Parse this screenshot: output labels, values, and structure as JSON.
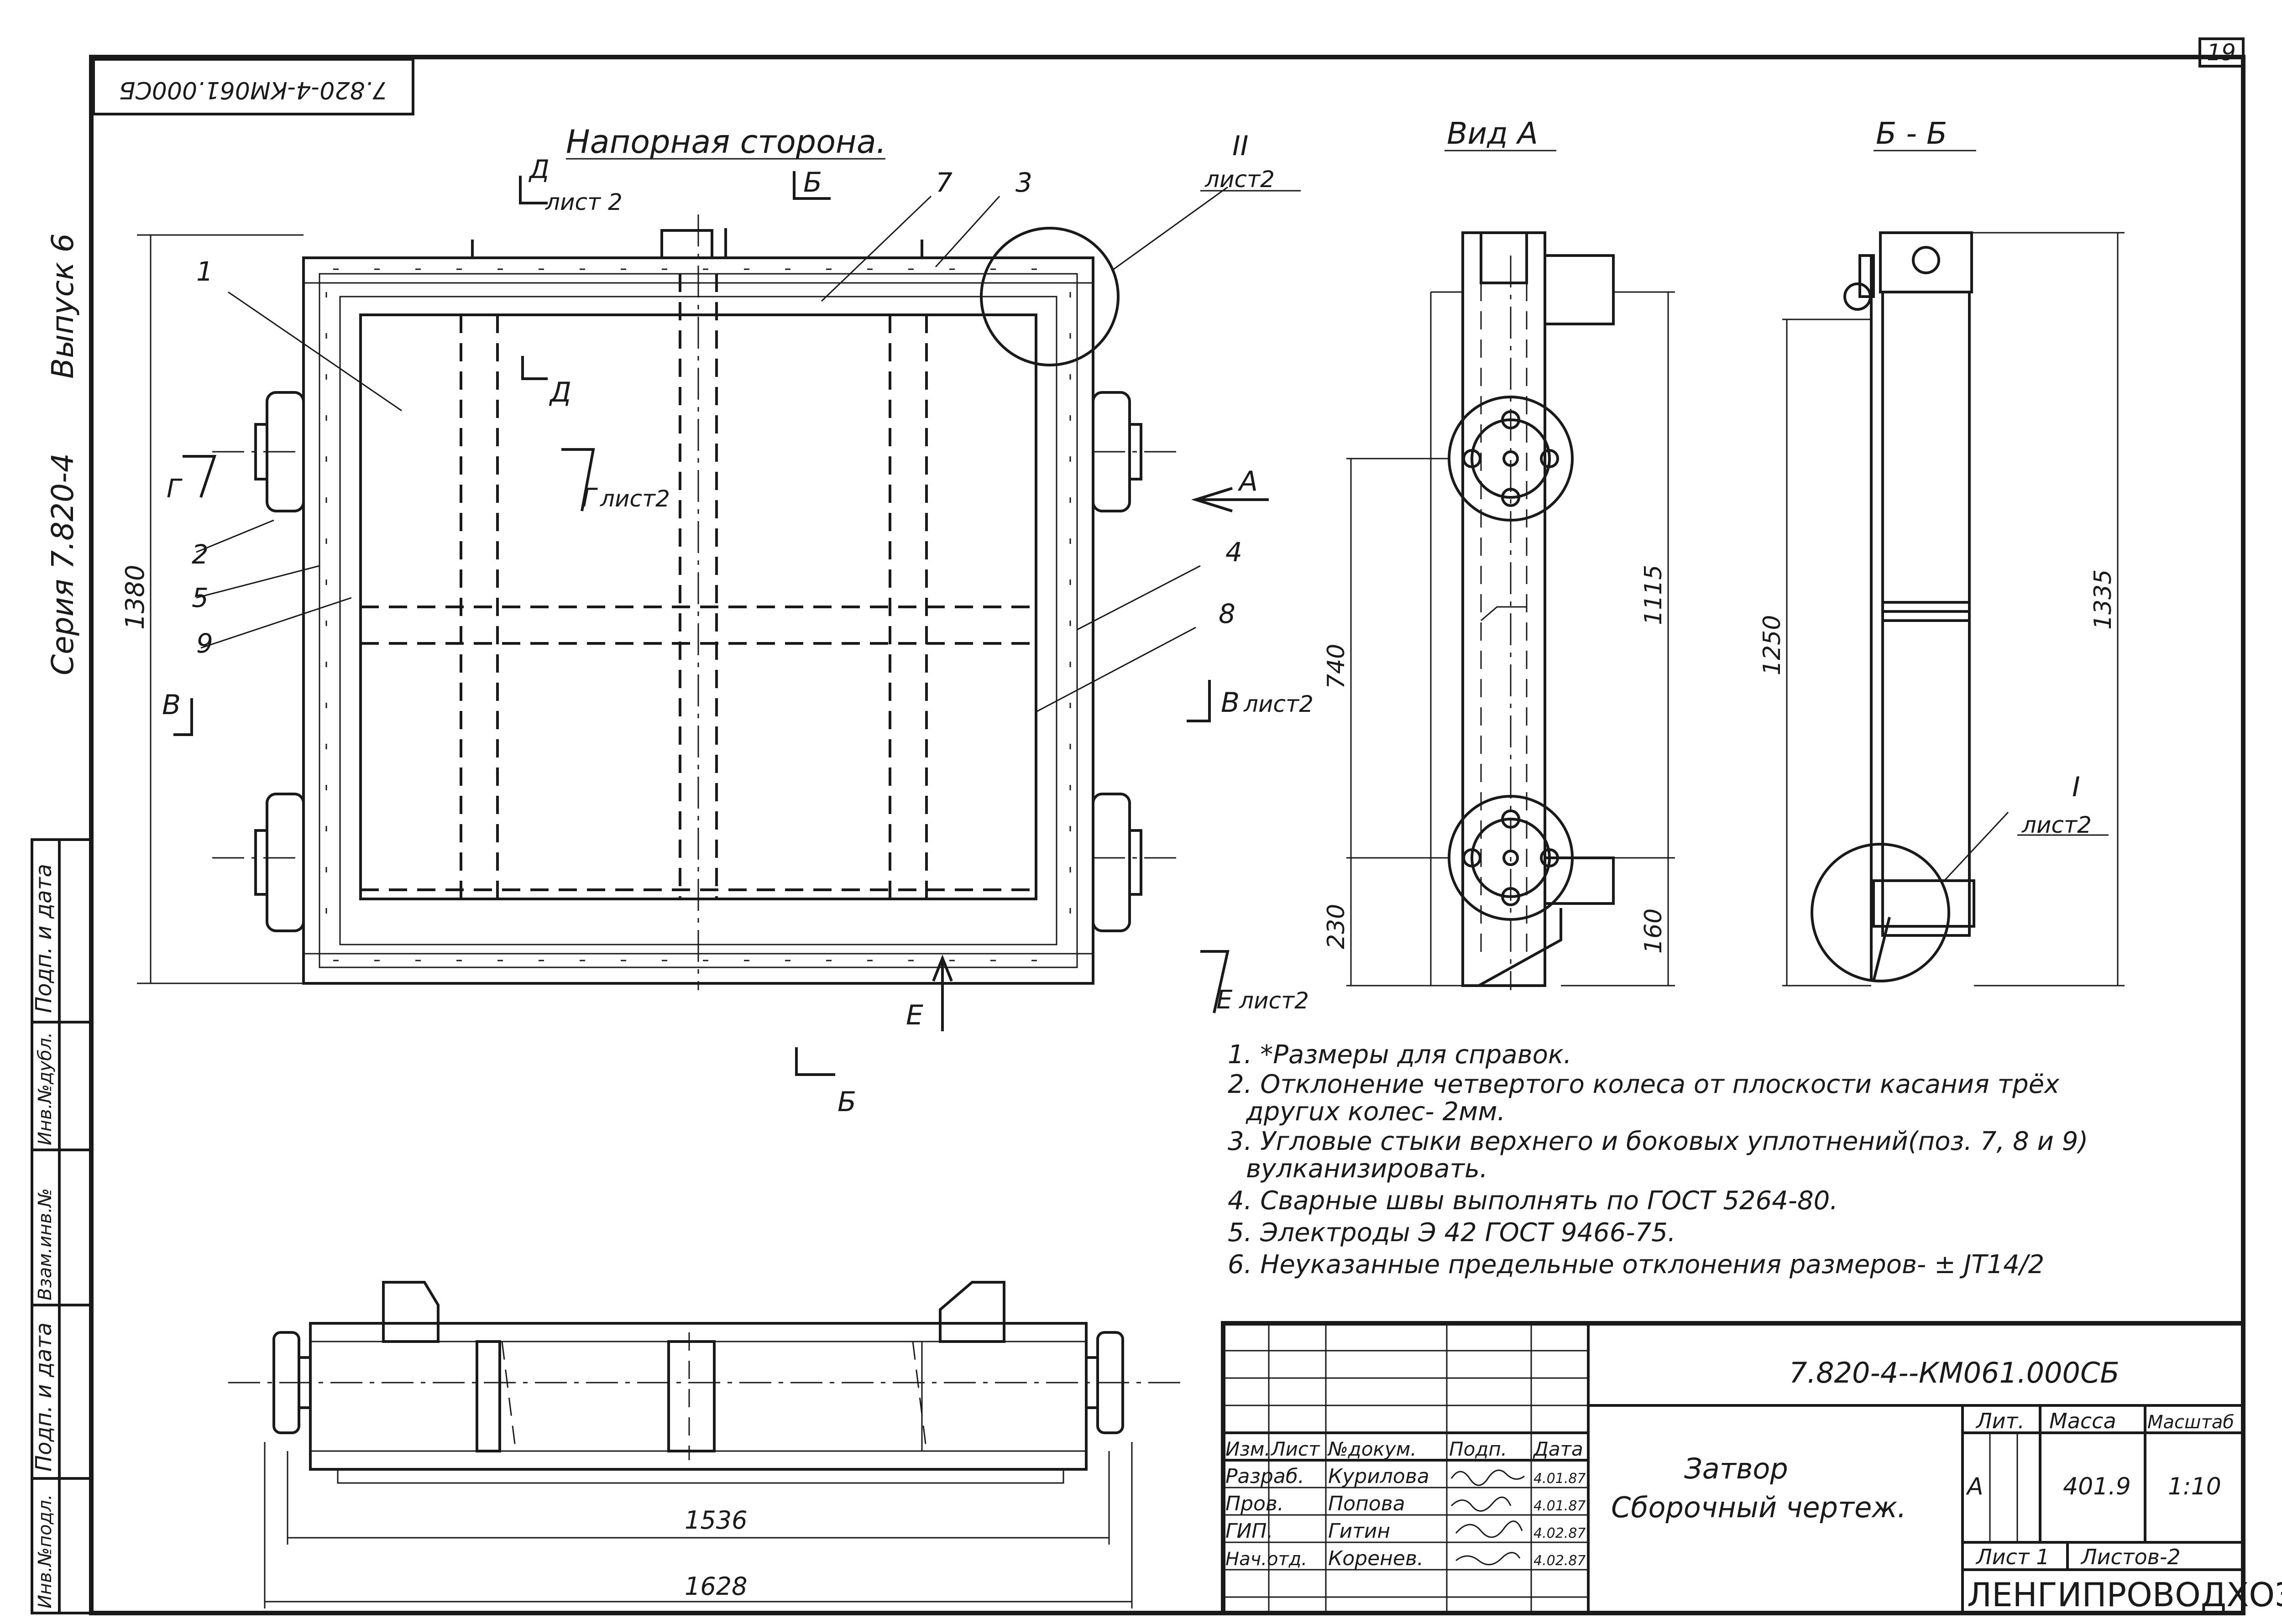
{
  "sheet": {
    "number": "19"
  },
  "side_stamp": {
    "inverted_code": "7.820-4-КМ061.000СБ",
    "series": "Серия 7.820-4",
    "issue": "Выпуск 6"
  },
  "left_strip": {
    "labels": [
      "Подп. и дата",
      "Инв.№дубл.",
      "Взам.инв.№",
      "Подп. и дата",
      "Инв.№подл."
    ]
  },
  "plan_view": {
    "title": "Напорная сторона.",
    "dim_height": "1380",
    "section_marks": {
      "d_top": "Д",
      "d_top_sheet": "лист 2",
      "b_top": "Б",
      "d_inner": "Д",
      "g_inner": "Г",
      "g_inner_sheet": "лист2",
      "g_left": "Г",
      "v_left": "В",
      "v_right": "В",
      "v_right_sheet": "лист2",
      "a_arrow": "А",
      "e_bottom": "Е",
      "e_label": "Е",
      "e_label_sheet": "лист2",
      "b_bottom": "Б",
      "detail_ii": "II",
      "detail_ii_sheet": "лист2"
    },
    "callouts": [
      "1",
      "2",
      "3",
      "4",
      "5",
      "7",
      "8",
      "9"
    ]
  },
  "view_a": {
    "title": "Вид А",
    "dims": {
      "d740": "740",
      "d230": "230",
      "d1115": "1115",
      "d160": "160"
    }
  },
  "section_bb": {
    "title": "Б - Б",
    "dims": {
      "d1250": "1250",
      "d1335": "1335"
    },
    "detail_i": "I",
    "detail_i_sheet": "лист2"
  },
  "bottom_view": {
    "dims": {
      "d1536": "1536",
      "d1628": "1628"
    }
  },
  "notes": [
    "1. *Размеры для справок.",
    "2. Отклонение четвертого колеса от плоскости касания трёх",
    "другuх колес- 2мм.",
    "3. Угловые стыки верхнего и боковых уплотнений(поз. 7, 8 и 9)",
    "вулканизировать.",
    "4. Сварные швы выполнять по ГОСТ 5264-80.",
    "5. Электроды Э 42 ГОСТ 9466-75.",
    "6. Неуказанные предельные отклонения размеров- ± JT14/2"
  ],
  "title_block": {
    "doc_code": "7.820-4--КМ061.000СБ",
    "name_line1": "Затвор",
    "name_line2": "Сборочный чертеж.",
    "col_headers": [
      "Изм.",
      "Лист",
      "№докум.",
      "Подп.",
      "Дата"
    ],
    "rows": [
      {
        "role": "Разраб.",
        "name": "Курилова",
        "date": "4.01.87"
      },
      {
        "role": "Пров.",
        "name": "Попова",
        "date": "4.01.87"
      },
      {
        "role": "ГИП.",
        "name": "Гитин",
        "date": "4.02.87"
      },
      {
        "role": "Нач.отд.",
        "name": "Коренев.",
        "date": "4.02.87"
      }
    ],
    "lit_label": "Лит.",
    "mass_label": "Масса",
    "scale_label": "Масштаб",
    "lit_value": "А",
    "mass_value": "401.9",
    "scale_value": "1:10",
    "sheet_label": "Лист 1",
    "sheets_label": "Листов-2",
    "org": "ЛЕНГИПРОВОДХОЗ"
  }
}
